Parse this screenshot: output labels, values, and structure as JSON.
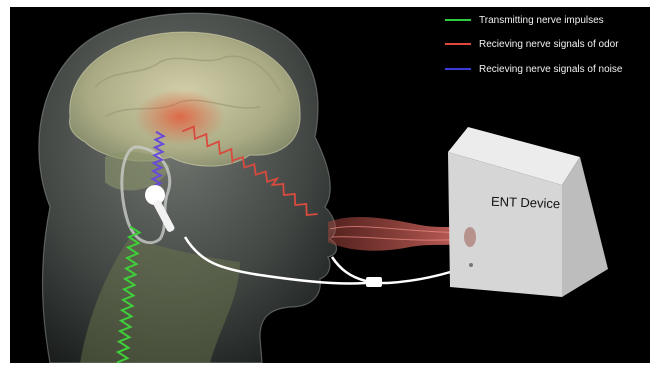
{
  "legend": {
    "items": [
      {
        "label": "Transmitting nerve impulses",
        "color": "#2ecc40"
      },
      {
        "label": "Recieving nerve signals of odor",
        "color": "#e0463c"
      },
      {
        "label": "Recieving nerve signals of noise",
        "color": "#3b3bd9"
      }
    ]
  },
  "device": {
    "label": "ENT Device"
  },
  "colors": {
    "background": "#000000",
    "odor": "#d94a3f",
    "noise": "#6a4ad8",
    "impulse": "#3fcf3a",
    "cable": "#ffffff",
    "device_front": "#d6d6d6"
  }
}
